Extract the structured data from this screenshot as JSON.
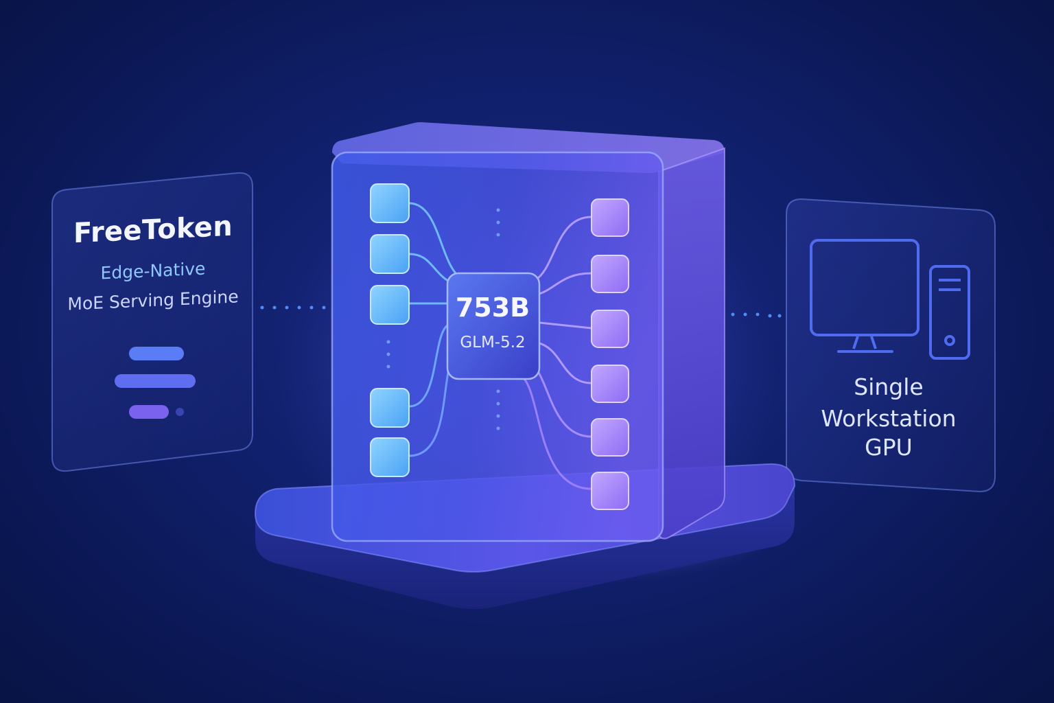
{
  "left_card": {
    "brand": "FreeToken",
    "tagline_line1": "Edge-Native",
    "tagline_line2": "MoE Serving Engine",
    "logo_icon": "freetoken-bars-logo"
  },
  "center_block": {
    "chip_title": "753B",
    "chip_subtitle": "GLM-5.2",
    "left_nodes": 5,
    "right_nodes": 6
  },
  "right_card": {
    "line1": "Single",
    "line2": "Workstation",
    "line3": "GPU",
    "icons": [
      "monitor-icon",
      "tower-pc-icon"
    ]
  },
  "colors": {
    "background": "#0b1a55",
    "accent_blue": "#5ab4ff",
    "accent_purple": "#a17cff",
    "chip": "#3d4fd6",
    "text": "#f3f5ff"
  }
}
